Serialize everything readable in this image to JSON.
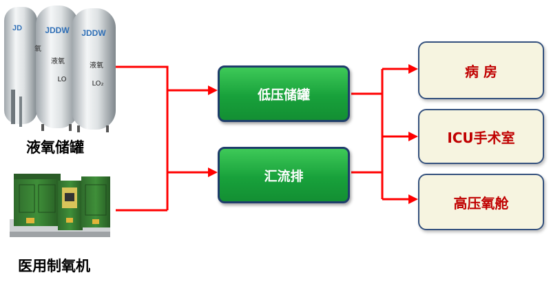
{
  "sources": {
    "liquid_tank": {
      "label": "液氧储罐",
      "image": "liquid-oxygen-tanks",
      "tank_brand": "JDDW",
      "tank_text_1": "液氧",
      "tank_text_2": "LO₂"
    },
    "generator": {
      "label": "医用制氧机",
      "image": "medical-oxygen-generator"
    }
  },
  "hubs": {
    "low_pressure_tank": {
      "label": "低压储罐"
    },
    "manifold": {
      "label": "汇流排"
    }
  },
  "destinations": {
    "ward": {
      "label": "病 房"
    },
    "icu": {
      "label": "ICU手术室"
    },
    "hyperbaric": {
      "label": "高压氧舱"
    }
  },
  "colors": {
    "arrow": "#ff0000",
    "hub_fill": "#1fae44",
    "hub_border": "#1f3d6b",
    "dest_fill": "#f6f4e0",
    "dest_border": "#33507d",
    "dest_text": "#c00000"
  }
}
